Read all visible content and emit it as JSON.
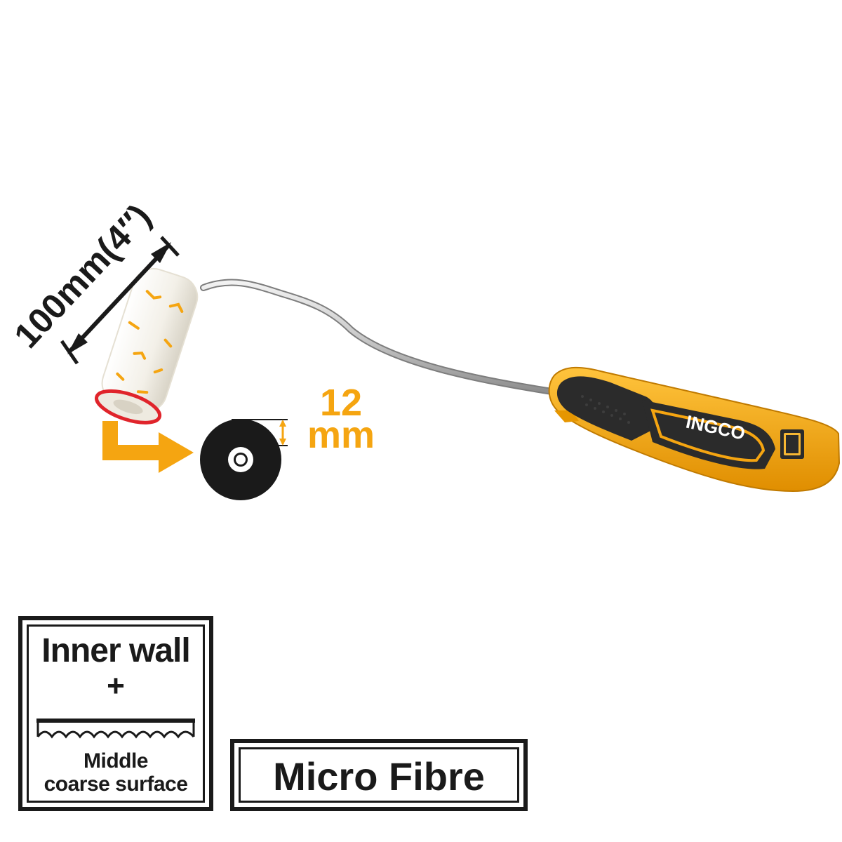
{
  "product": {
    "brand": "INGCO",
    "roller_length": "100mm(4″)",
    "pile_height_value": "12",
    "pile_height_unit": "mm"
  },
  "badges": {
    "surface": {
      "title": "Inner wall",
      "plus": "+",
      "subtitle_line1": "Middle",
      "subtitle_line2": "coarse surface",
      "graphic_icon": "wavy-surface-icon"
    },
    "material": {
      "label": "Micro Fibre"
    }
  },
  "colors": {
    "accent_orange": "#f5a511",
    "handle_dark": "#2b2b2b",
    "roller_white": "#f7f5ef",
    "outline": "#1a1a1a",
    "red_ring": "#e0242b"
  }
}
